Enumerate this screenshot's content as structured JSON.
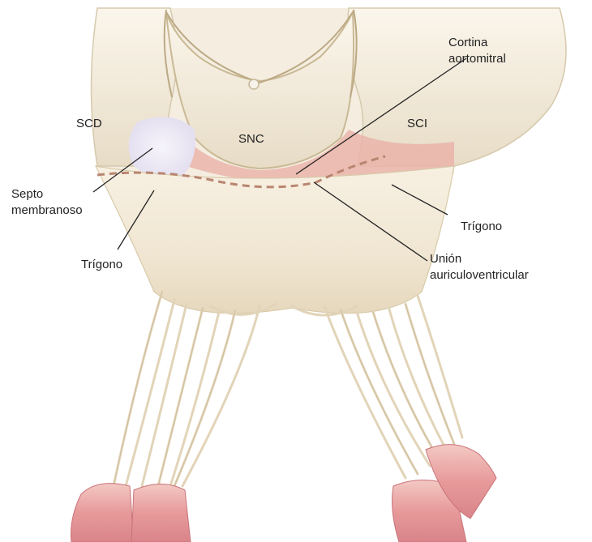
{
  "labels": {
    "scd": "SCD",
    "snc": "SNC",
    "sci": "SCI",
    "cortina_line1": "Cortina",
    "cortina_line2": "aortomitral",
    "septo_line1": "Septo",
    "septo_line2": "membranoso",
    "trigono_left": "Trígono",
    "trigono_right": "Trígono",
    "union_line1": "Unión",
    "union_line2": "auriculoventricular"
  },
  "colors": {
    "leaflet": "#f2ead8",
    "leaflet_shadow": "#dcd0b6",
    "cusp": "#ebe2cf",
    "cusp_edge": "#cbbd9f",
    "pink_band": "#e9b2a8",
    "membranous_septum": "#e6e2f0",
    "dashed_line": "#b98570",
    "papillary_muscle": "#e89a9a",
    "papillary_muscle_dark": "#d07a7c",
    "chordae": "#e8dcc2",
    "leader_line": "#222222"
  }
}
